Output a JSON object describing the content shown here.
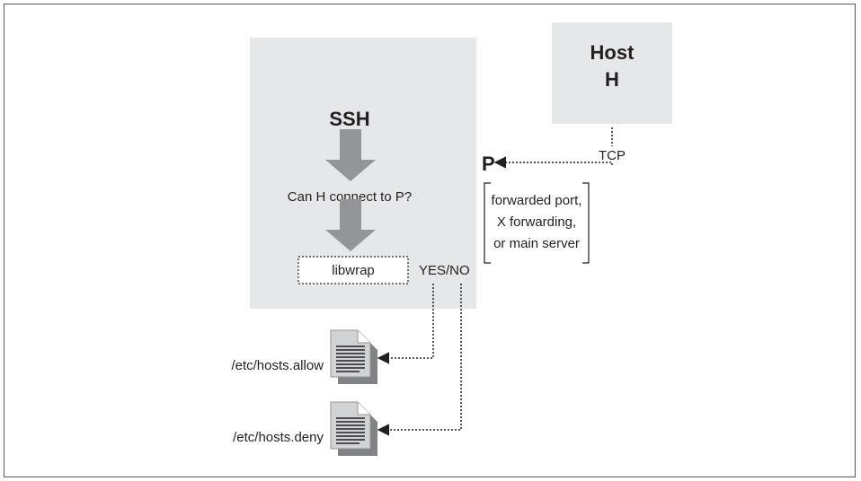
{
  "diagram": {
    "host_label_line1": "Host",
    "host_label_line2": "H",
    "ssh_label": "SSH",
    "question": "Can H connect to P?",
    "libwrap_label": "libwrap",
    "yes_no": "YES/NO",
    "tcp_label": "TCP",
    "port_label": "P",
    "port_note_line1": "forwarded port,",
    "port_note_line2": "X forwarding,",
    "port_note_line3": "or main server",
    "hosts_allow": "/etc/hosts.allow",
    "hosts_deny": "/etc/hosts.deny",
    "colors": {
      "box_fill": "#e6e7e8",
      "arrow_fill": "#939598",
      "text": "#231f20",
      "doc_shadow": "#808285",
      "doc_fill": "#d1d3d4"
    },
    "icons": [
      "down-arrow-icon",
      "document-icon",
      "arrowhead-icon"
    ]
  }
}
